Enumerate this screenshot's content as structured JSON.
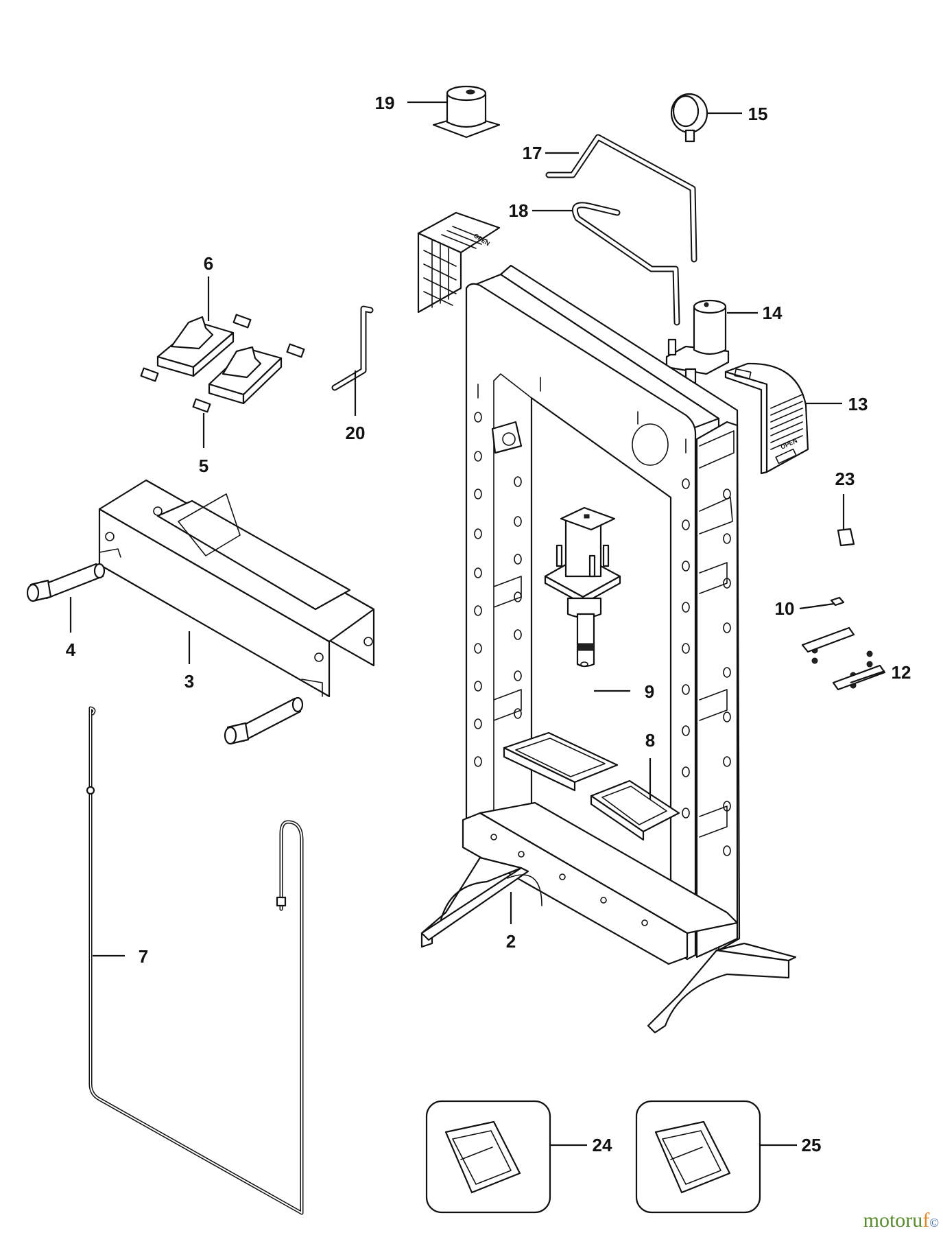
{
  "diagram": {
    "callouts": {
      "c2": "2",
      "c3": "3",
      "c4": "4",
      "c5": "5",
      "c6": "6",
      "c7": "7",
      "c8": "8",
      "c9": "9",
      "c10": "10",
      "c12": "12",
      "c13": "13",
      "c14": "14",
      "c15": "15",
      "c17": "17",
      "c18": "18",
      "c19": "19",
      "c20": "20",
      "c23": "23",
      "c24": "24",
      "c25": "25"
    },
    "guard_label": "OPEN"
  },
  "watermark": {
    "part1": "motoru",
    "part2": "f",
    "symbol": "©",
    "colors": {
      "part1": "#5a8a2f",
      "part2": "#e0892a",
      "symbol": "#2b5fa8"
    }
  }
}
